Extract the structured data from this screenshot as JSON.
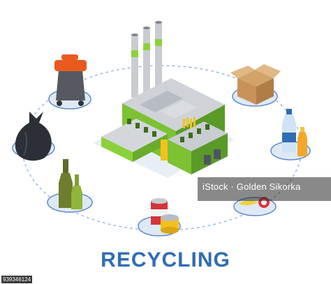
{
  "title": "RECYCLING",
  "watermark": "iStock · Golden Sikorka",
  "stock_id": "939346124",
  "colors": {
    "title": "#2f6db5",
    "factory_green": "#8bd13a",
    "factory_dark": "#5a9a28",
    "circle_fill": "#dfe9f6",
    "circle_ring": "#5a8cc8",
    "bin_lid": "#e85a1e",
    "bin_body": "#565a60"
  },
  "items": [
    {
      "name": "trash-bin",
      "icon": "bin-icon"
    },
    {
      "name": "cardboard-box",
      "icon": "box-icon"
    },
    {
      "name": "garbage-bag",
      "icon": "bag-icon"
    },
    {
      "name": "plastic-bottles",
      "icon": "bottle-icon"
    },
    {
      "name": "glass-bottles",
      "icon": "glass-bottle-icon"
    },
    {
      "name": "tin-cans",
      "icon": "can-icon"
    },
    {
      "name": "food-waste",
      "icon": "banana-peel-icon"
    }
  ]
}
